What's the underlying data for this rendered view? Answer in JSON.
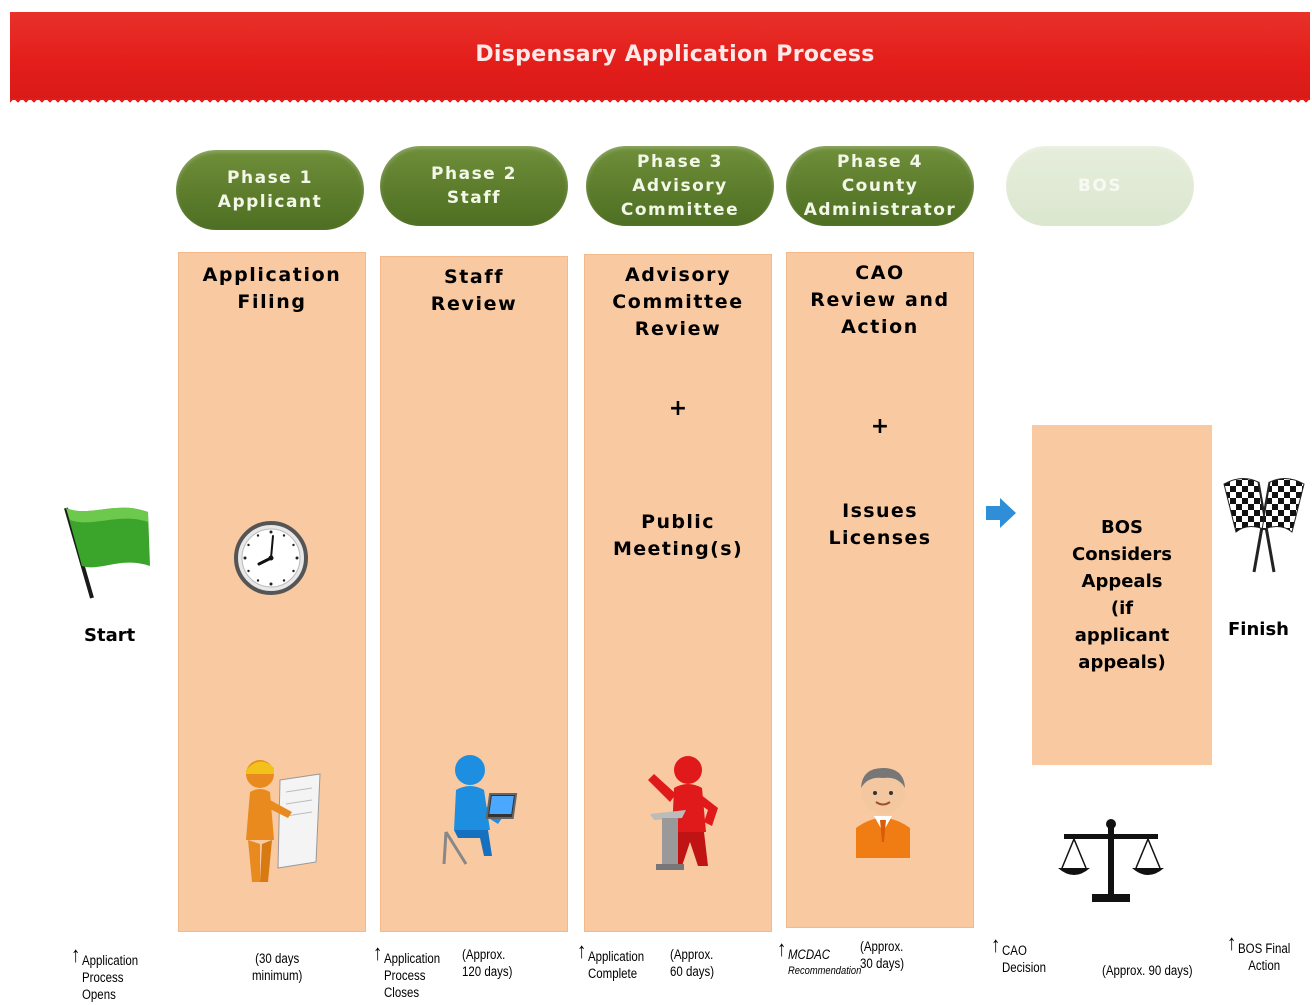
{
  "header": {
    "title": "Dispensary Application Process"
  },
  "phases": [
    {
      "lines": [
        "Phase 1",
        "Applicant"
      ]
    },
    {
      "lines": [
        "Phase 2",
        "Staff"
      ]
    },
    {
      "lines": [
        "Phase 3",
        "Advisory",
        "Committee"
      ]
    },
    {
      "lines": [
        "Phase 4",
        "County",
        "Administrator"
      ]
    },
    {
      "lines": [
        "BOS"
      ]
    }
  ],
  "columns": [
    {
      "title_lines": [
        "Application",
        "Filing"
      ],
      "plus": "",
      "sub_lines": []
    },
    {
      "title_lines": [
        "Staff",
        "Review"
      ],
      "plus": "",
      "sub_lines": []
    },
    {
      "title_lines": [
        "Advisory",
        "Committee",
        "Review"
      ],
      "plus": "+",
      "sub_lines": [
        "Public",
        "Meeting(s)"
      ]
    },
    {
      "title_lines": [
        "CAO",
        "Review and",
        "Action"
      ],
      "plus": "+",
      "sub_lines": [
        "Issues",
        "Licenses"
      ]
    }
  ],
  "bos_box": {
    "lines": [
      "BOS",
      "Considers",
      "Appeals",
      "(if",
      "applicant",
      "appeals)"
    ]
  },
  "start_label": "Start",
  "finish_label": "Finish",
  "timeline": {
    "app_opens": [
      "Application",
      "Process",
      "Opens"
    ],
    "min30": [
      "(30 days",
      "minimum)"
    ],
    "app_closes": [
      "Application",
      "Process",
      "Closes"
    ],
    "approx120": [
      "(Approx.",
      "120 days)"
    ],
    "app_complete": [
      "Application",
      "Complete"
    ],
    "approx60": [
      "(Approx.",
      "60 days)"
    ],
    "mcdac": [
      "MCDAC",
      "Recommendation"
    ],
    "approx30": [
      "(Approx.",
      "30 days)"
    ],
    "cao": [
      "CAO",
      "Decision"
    ],
    "approx90": "(Approx. 90 days)",
    "bos_final": [
      "BOS Final",
      "Action"
    ]
  },
  "icons": [
    "green-flag-icon",
    "clock-icon",
    "applicant-figure-icon",
    "staff-computer-figure-icon",
    "speaker-podium-figure-icon",
    "administrator-avatar-icon",
    "right-arrow-icon",
    "scales-of-justice-icon",
    "checkered-flags-icon"
  ],
  "colors": {
    "banner": "#e31d1a",
    "phase_green": "#5c7c2c",
    "column_fill": "#f9c9a1",
    "arrow_blue": "#2e8fd8"
  }
}
